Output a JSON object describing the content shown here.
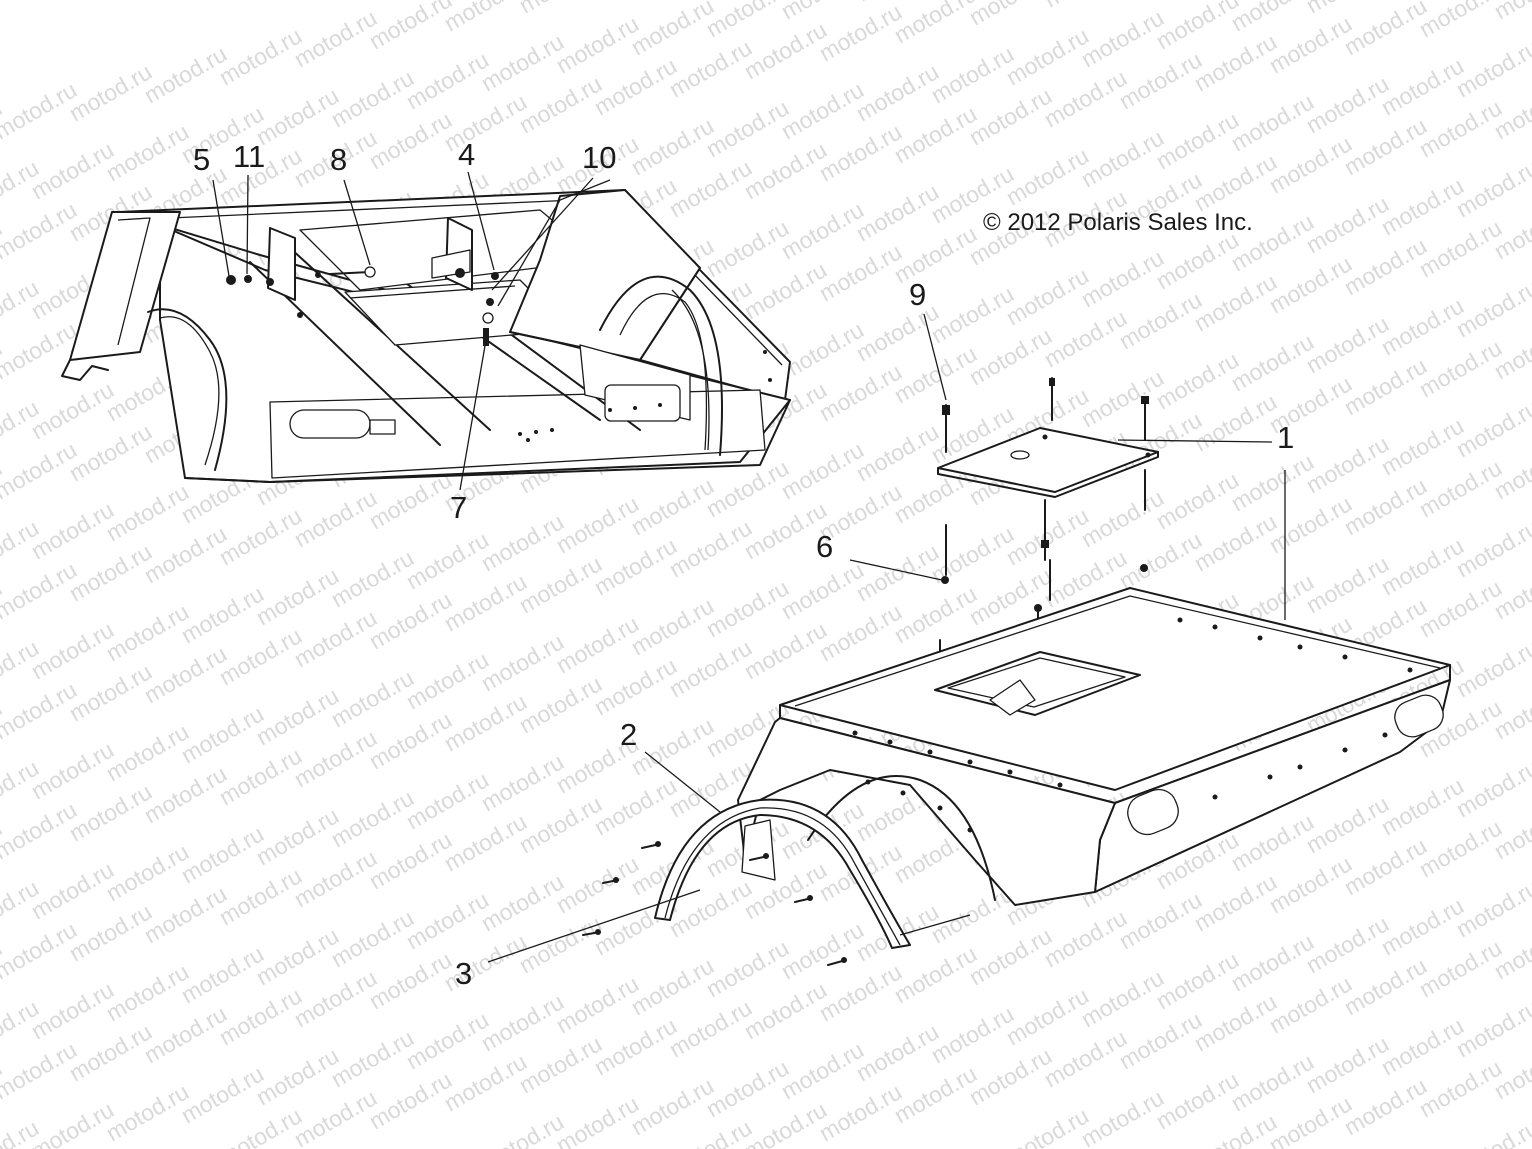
{
  "copyright": "© 2012 Polaris Sales Inc.",
  "watermark": "motod.ru",
  "callouts": {
    "c1": "1",
    "c2": "2",
    "c3": "3",
    "c4": "4",
    "c5": "5",
    "c6": "6",
    "c7": "7",
    "c8": "8",
    "c9": "9",
    "c10": "10",
    "c11": "11"
  }
}
